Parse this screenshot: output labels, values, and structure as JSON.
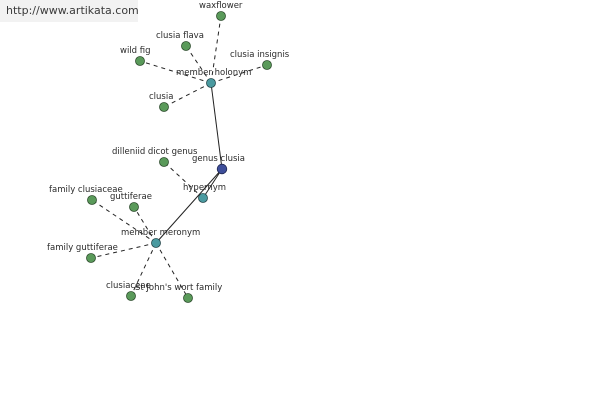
{
  "site_url": "http://www.artikata.com",
  "colors": {
    "leaf": "#5a9a5a",
    "relation": "#4a9aa0",
    "center": "#3e4e9a",
    "edge": "#222222"
  },
  "nodes": {
    "genus_clusia": "genus clusia",
    "member_holonym": "member holonym",
    "hypernym": "hypernym",
    "member_meronym": "member meronym",
    "waxflower": "waxflower",
    "clusia_flava": "clusia flava",
    "wild_fig": "wild fig",
    "clusia_insignis": "clusia insignis",
    "clusia": "clusia",
    "dilleniid_dicot_genus": "dilleniid dicot genus",
    "family_clusiaceae": "family clusiaceae",
    "guttiferae": "guttiferae",
    "family_guttiferae": "family guttiferae",
    "clusiaceae": "clusiaceae",
    "st_johns_wort_family": "St John's wort family"
  }
}
